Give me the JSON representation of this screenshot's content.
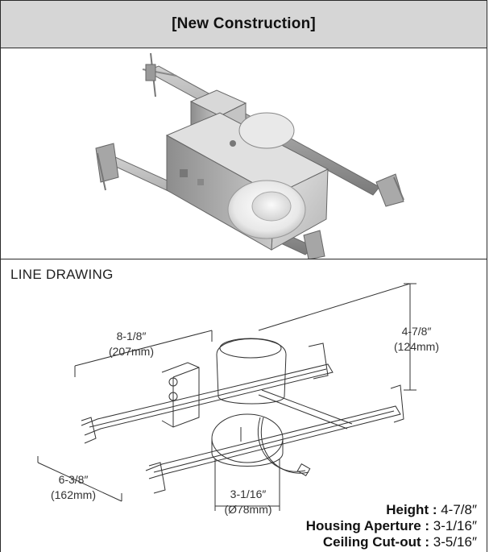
{
  "header": {
    "title": "[New Construction]"
  },
  "line_drawing": {
    "title": "LINE DRAWING",
    "dimensions": {
      "width_in": "8-1/8″",
      "width_mm": "(207mm)",
      "height_in": "4-7/8″",
      "height_mm": "(124mm)",
      "depth_in": "6-3/8″",
      "depth_mm": "(162mm)",
      "aperture_in": "3-1/16″",
      "aperture_mm": "(Ø78mm)"
    }
  },
  "specs": [
    {
      "label": "Height",
      "value": "4-7/8″"
    },
    {
      "label": "Housing Aperture",
      "value": "3-1/16″"
    },
    {
      "label": "Ceiling Cut-out",
      "value": "3-5/16″"
    }
  ]
}
